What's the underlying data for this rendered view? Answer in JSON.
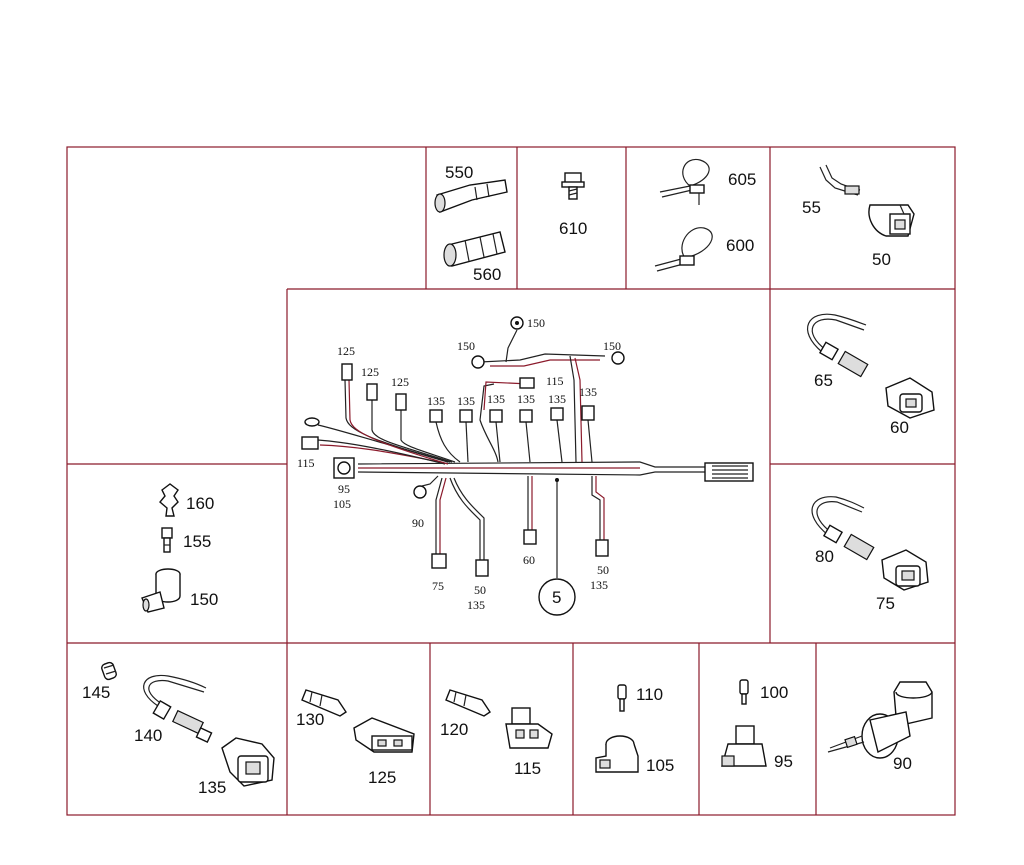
{
  "cells": {
    "c550": {
      "a": "550",
      "b": "560"
    },
    "c610": {
      "a": "610"
    },
    "c605": {
      "a": "605",
      "b": "600"
    },
    "c55": {
      "a": "55",
      "b": "50"
    },
    "c65": {
      "a": "65",
      "b": "60"
    },
    "c80": {
      "a": "80",
      "b": "75"
    },
    "c160": {
      "a": "160",
      "b": "155",
      "c": "150"
    },
    "c145": {
      "a": "145",
      "b": "140",
      "c": "135"
    },
    "c130": {
      "a": "130",
      "b": "125"
    },
    "c120": {
      "a": "120",
      "b": "115"
    },
    "c110": {
      "a": "110",
      "b": "105"
    },
    "c100": {
      "a": "100",
      "b": "95"
    },
    "c90": {
      "a": "90"
    }
  },
  "harness": {
    "l150a": "150",
    "l150b": "150",
    "l150c": "150",
    "l125a": "125",
    "l125b": "125",
    "l125c": "125",
    "l115a": "115",
    "l115b": "115",
    "l135a": "135",
    "l135b": "135",
    "l135c": "135",
    "l135d": "135",
    "l135e": "135",
    "l135f": "135",
    "l95": "95",
    "l105": "105",
    "l90": "90",
    "l75": "75",
    "l50a": "50",
    "l135g": "135",
    "l60": "60",
    "l50b": "50",
    "l135h": "135",
    "item": "5"
  }
}
